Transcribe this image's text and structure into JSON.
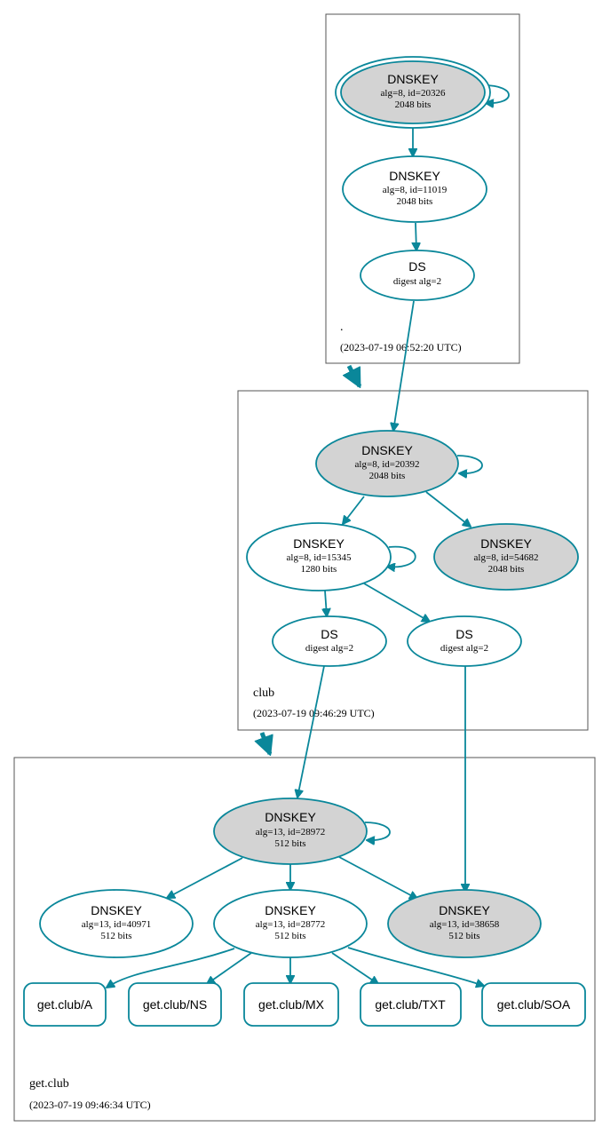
{
  "zones": [
    {
      "name": ".",
      "timestamp": "(2023-07-19 06:52:20 UTC)"
    },
    {
      "name": "club",
      "timestamp": "(2023-07-19 09:46:29 UTC)"
    },
    {
      "name": "get.club",
      "timestamp": "(2023-07-19 09:46:34 UTC)"
    }
  ],
  "nodes": {
    "root_ksk": {
      "title": "DNSKEY",
      "line1": "alg=8, id=20326",
      "line2": "2048 bits"
    },
    "root_zsk": {
      "title": "DNSKEY",
      "line1": "alg=8, id=11019",
      "line2": "2048 bits"
    },
    "root_ds": {
      "title": "DS",
      "line1": "digest alg=2"
    },
    "club_ksk": {
      "title": "DNSKEY",
      "line1": "alg=8, id=20392",
      "line2": "2048 bits"
    },
    "club_zsk1": {
      "title": "DNSKEY",
      "line1": "alg=8, id=15345",
      "line2": "1280 bits"
    },
    "club_zsk2": {
      "title": "DNSKEY",
      "line1": "alg=8, id=54682",
      "line2": "2048 bits"
    },
    "club_ds1": {
      "title": "DS",
      "line1": "digest alg=2"
    },
    "club_ds2": {
      "title": "DS",
      "line1": "digest alg=2"
    },
    "get_ksk": {
      "title": "DNSKEY",
      "line1": "alg=13, id=28972",
      "line2": "512 bits"
    },
    "get_k1": {
      "title": "DNSKEY",
      "line1": "alg=13, id=40971",
      "line2": "512 bits"
    },
    "get_k2": {
      "title": "DNSKEY",
      "line1": "alg=13, id=28772",
      "line2": "512 bits"
    },
    "get_k3": {
      "title": "DNSKEY",
      "line1": "alg=13, id=38658",
      "line2": "512 bits"
    }
  },
  "records": [
    "get.club/A",
    "get.club/NS",
    "get.club/MX",
    "get.club/TXT",
    "get.club/SOA"
  ],
  "colors": {
    "edge": "#0a879a",
    "sep_key_fill": "#d3d3d3",
    "border": "#555555"
  }
}
